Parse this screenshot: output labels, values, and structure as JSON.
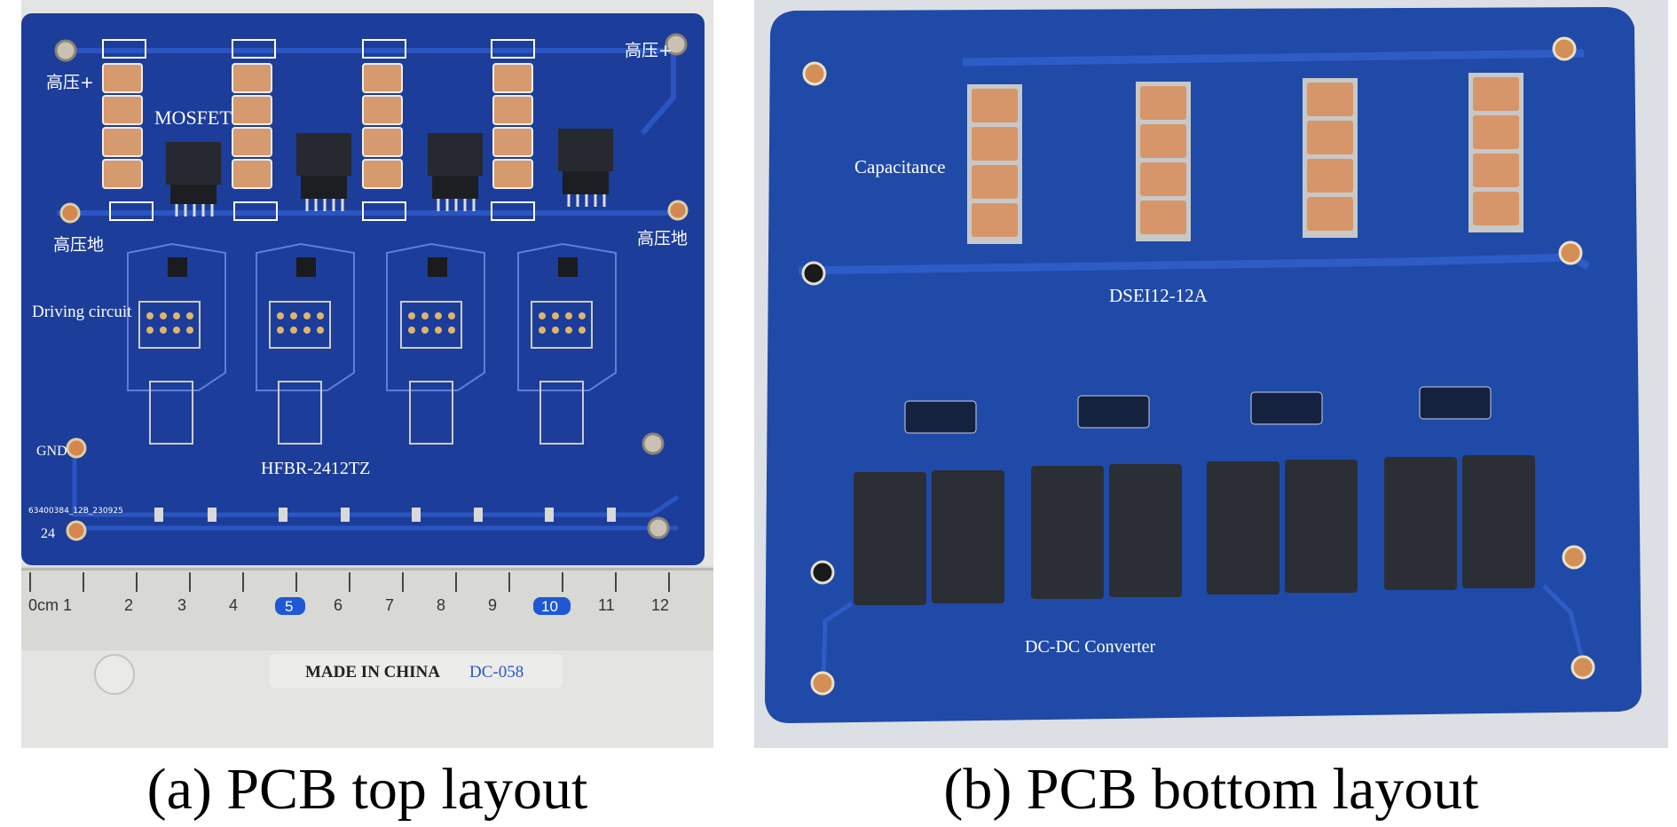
{
  "captions": {
    "a": "(a) PCB top layout",
    "b": "(b) PCB bottom layout"
  },
  "top_layout": {
    "labels": {
      "hv_plus_left": "高压+",
      "hv_plus_right": "高压+",
      "hv_gnd_left": "高压地",
      "hv_gnd_right": "高压地",
      "mosfet": "MOSFET",
      "driving_circuit": "Driving circuit",
      "gnd": "GND",
      "v24": "24",
      "hfbr": "HFBR-2412TZ",
      "silk_id": "63400384_12B_230925"
    },
    "ruler": {
      "numbers": [
        "0cm 1",
        "2",
        "3",
        "4",
        "5",
        "6",
        "7",
        "8",
        "9",
        "10",
        "11",
        "12"
      ],
      "highlighted": [
        "5",
        "10"
      ],
      "made_in": "MADE IN CHINA",
      "model": "DC-058"
    }
  },
  "bottom_layout": {
    "labels": {
      "capacitance": "Capacitance",
      "diode": "DSEI12-12A",
      "converter": "DC-DC Converter"
    }
  },
  "colors": {
    "board_top": "#1c3d99",
    "board_bottom": "#1f4aa8",
    "capacitor": "#d69a6f",
    "module": "#2a2d33",
    "silk": "#ffffff"
  }
}
